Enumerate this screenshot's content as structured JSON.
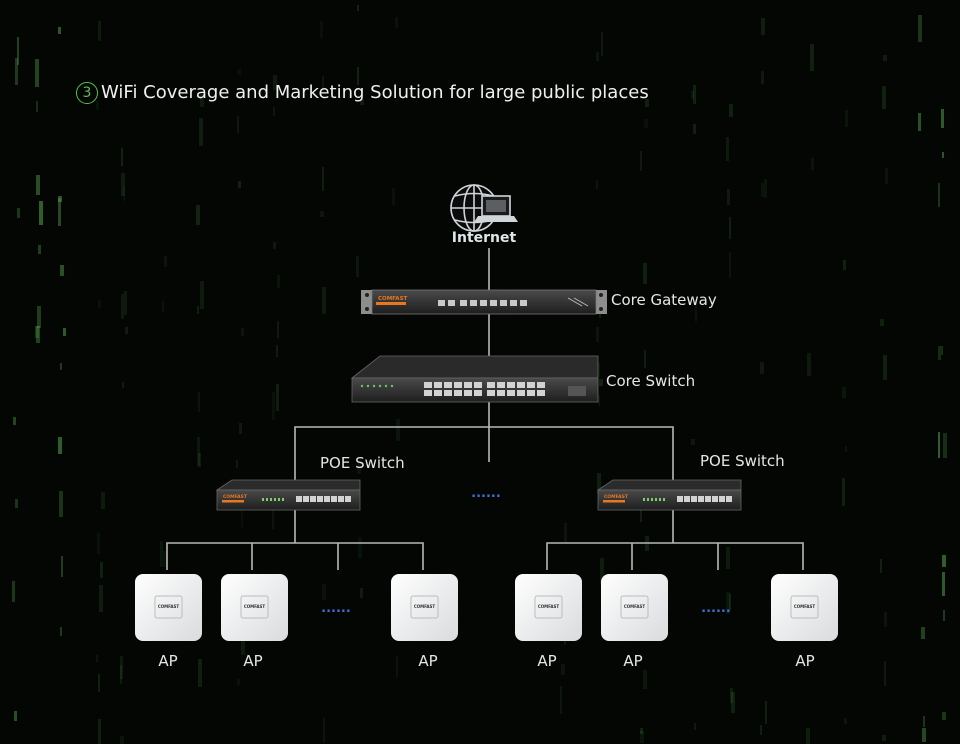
{
  "title": {
    "number": "3",
    "text": "WiFi Coverage and Marketing Solution for large public places"
  },
  "nodes": {
    "internet": "Internet",
    "core_gateway": "Core Gateway",
    "core_switch": "Core Switch",
    "poe_switch_left": "POE Switch",
    "poe_switch_right": "POE Switch",
    "brand": "COMFAST"
  },
  "aps": {
    "left": [
      "AP",
      "AP",
      "AP"
    ],
    "right": [
      "AP",
      "AP",
      "AP"
    ]
  },
  "ellipsis": "......",
  "colors": {
    "accent": "#58c24a",
    "brand": "#e87722",
    "dots": "#3d6fd6",
    "line": "#b8b8b8"
  }
}
